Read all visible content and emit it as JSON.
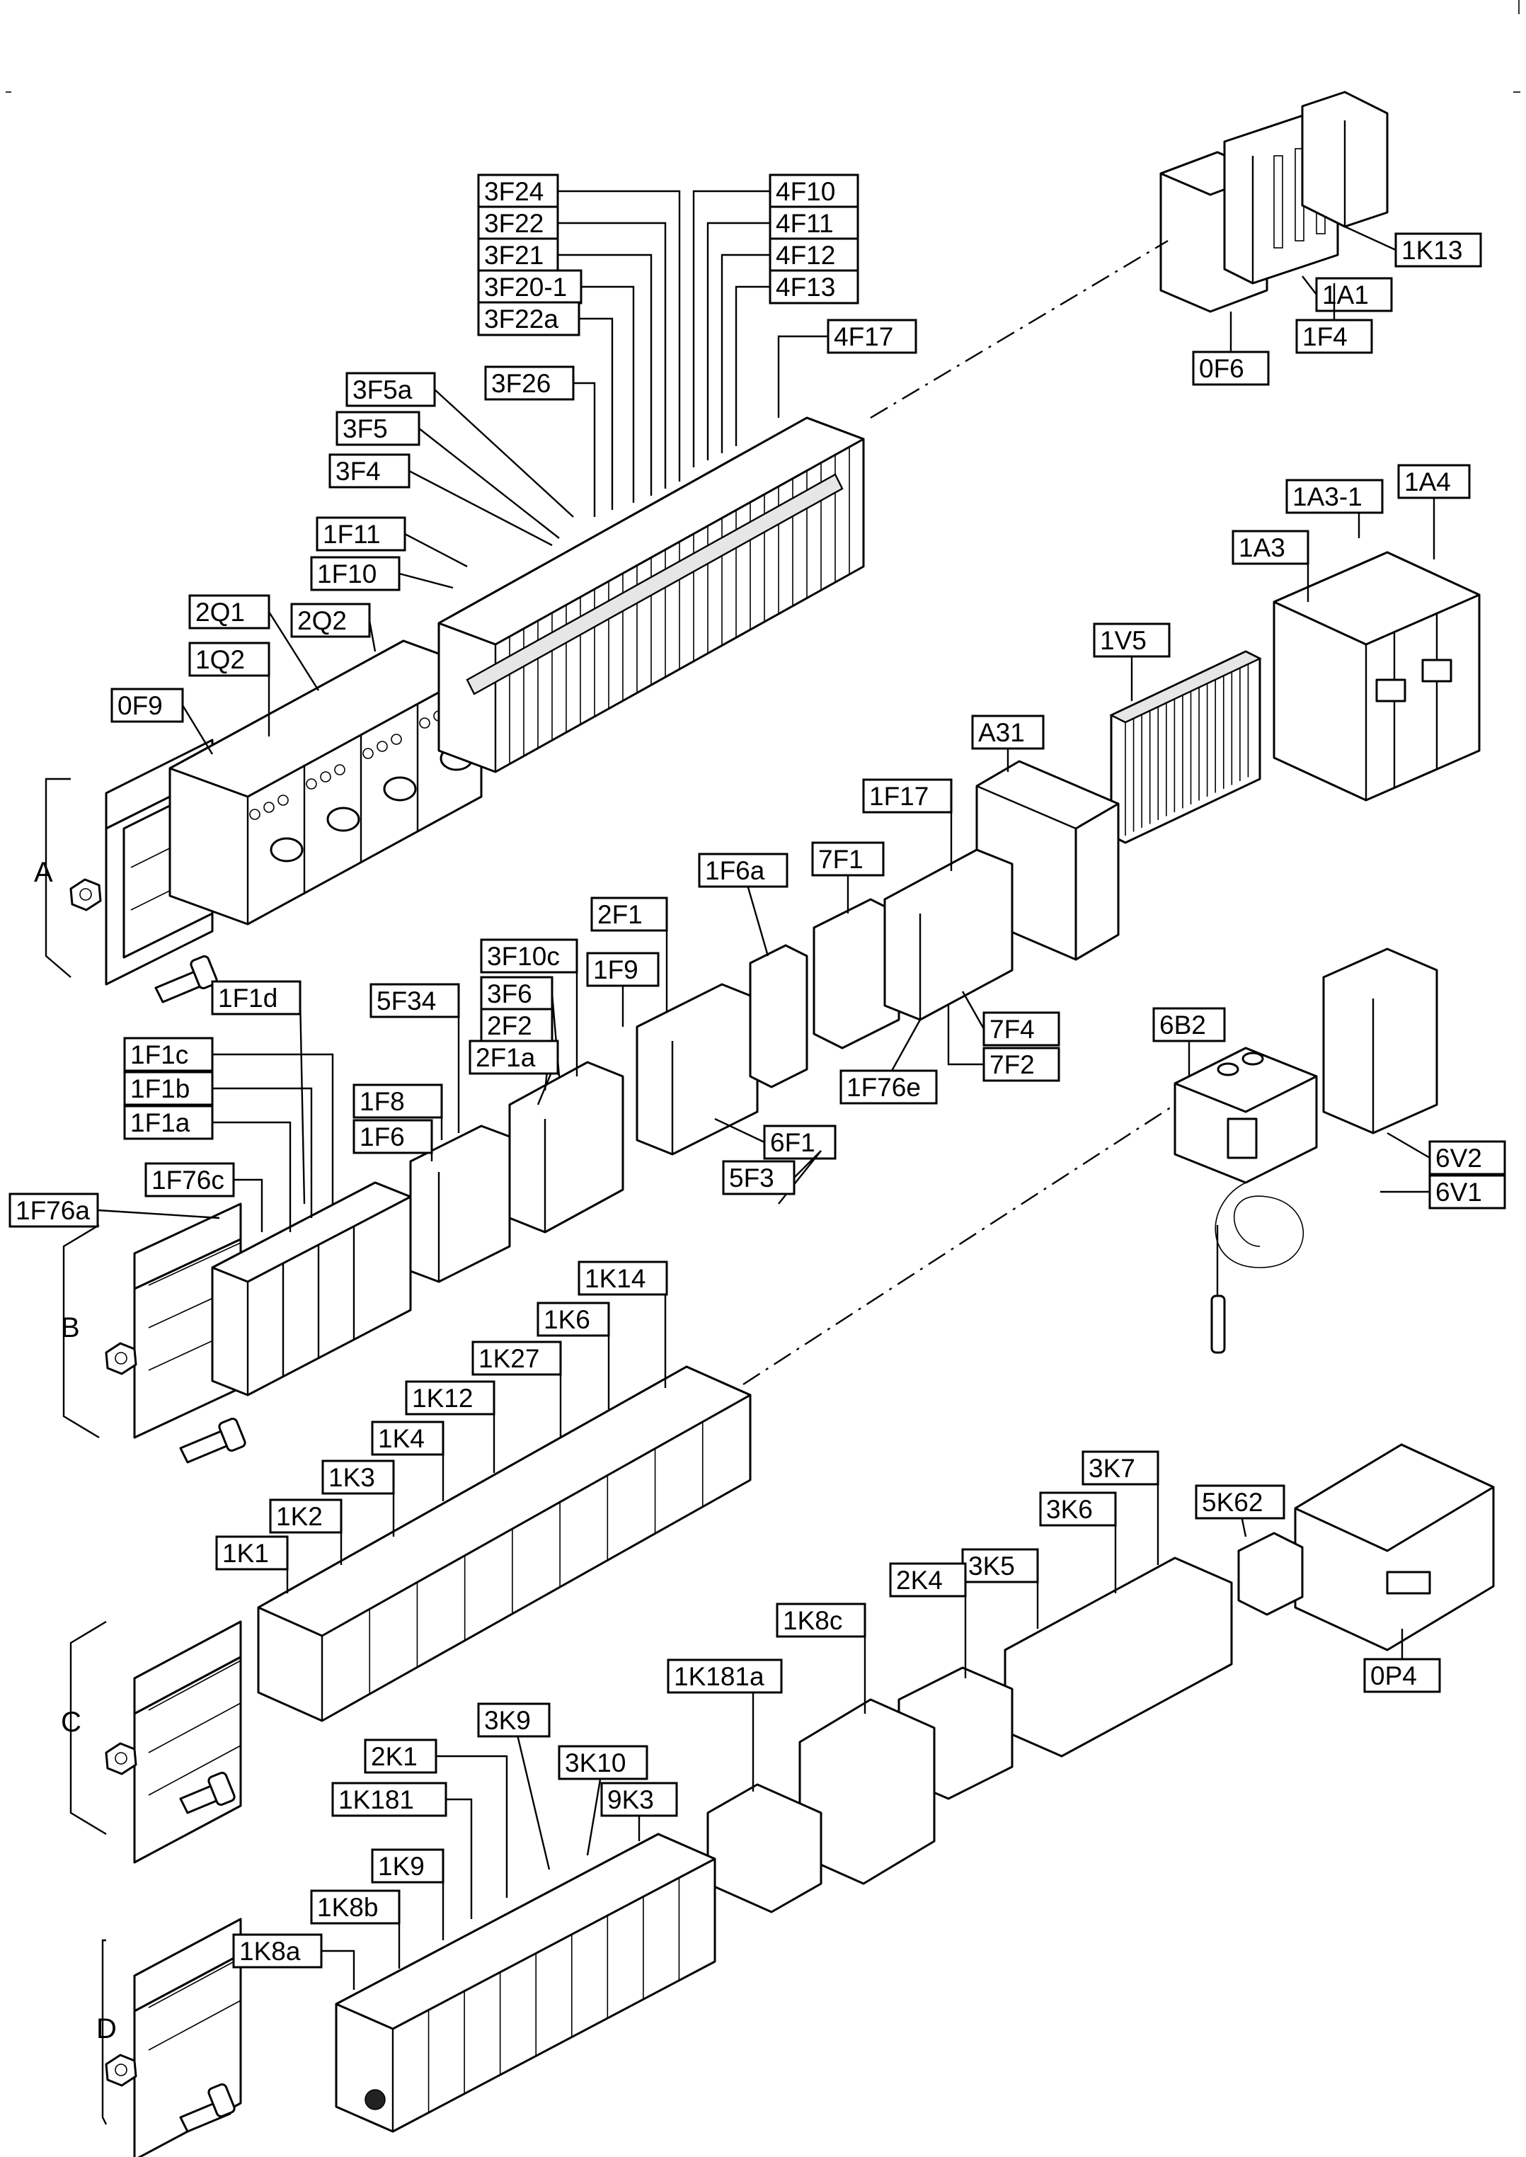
{
  "group_labels": [
    "A",
    "B",
    "C",
    "D"
  ],
  "labels": {
    "3F24": "3F24",
    "3F22": "3F22",
    "3F21": "3F21",
    "3F20_1": "3F20-1",
    "3F22a": "3F22a",
    "4F10": "4F10",
    "4F11": "4F11",
    "4F12": "4F12",
    "4F13": "4F13",
    "4F17": "4F17",
    "3F26": "3F26",
    "3F5a": "3F5a",
    "3F5": "3F5",
    "3F4": "3F4",
    "1F11": "1F11",
    "1F10": "1F10",
    "2Q1": "2Q1",
    "2Q2": "2Q2",
    "1Q2": "1Q2",
    "0F9": "0F9",
    "1K13": "1K13",
    "1A1": "1A1",
    "1F4": "1F4",
    "0F6": "0F6",
    "1A3_1": "1A3-1",
    "1A4": "1A4",
    "1A3": "1A3",
    "1V5": "1V5",
    "A31": "A31",
    "1F17": "1F17",
    "1F6a": "1F6a",
    "7F1": "7F1",
    "2F1": "2F1",
    "3F10c": "3F10c",
    "3F6": "3F6",
    "2F2": "2F2",
    "2F1a": "2F1a",
    "1F9": "1F9",
    "1F1d": "1F1d",
    "5F34": "5F34",
    "1F1c": "1F1c",
    "1F1b": "1F1b",
    "1F1a": "1F1a",
    "1F8": "1F8",
    "1F6": "1F6",
    "1F76c": "1F76c",
    "1F76a": "1F76a",
    "7F4": "7F4",
    "7F2": "7F2",
    "1F76e": "1F76e",
    "6F1": "6F1",
    "5F3": "5F3",
    "6B2": "6B2",
    "6V2": "6V2",
    "6V1": "6V1",
    "1K14": "1K14",
    "1K6": "1K6",
    "1K27": "1K27",
    "1K12": "1K12",
    "1K4": "1K4",
    "1K3": "1K3",
    "1K2": "1K2",
    "1K1": "1K1",
    "3K7": "3K7",
    "5K62": "5K62",
    "3K6": "3K6",
    "3K5": "3K5",
    "2K4": "2K4",
    "1K8c": "1K8c",
    "1K181a": "1K181a",
    "0P4": "0P4",
    "3K9": "3K9",
    "2K1": "2K1",
    "3K10": "3K10",
    "9K3": "9K3",
    "1K181": "1K181",
    "1K9": "1K9",
    "1K8b": "1K8b",
    "1K8a": "1K8a"
  }
}
